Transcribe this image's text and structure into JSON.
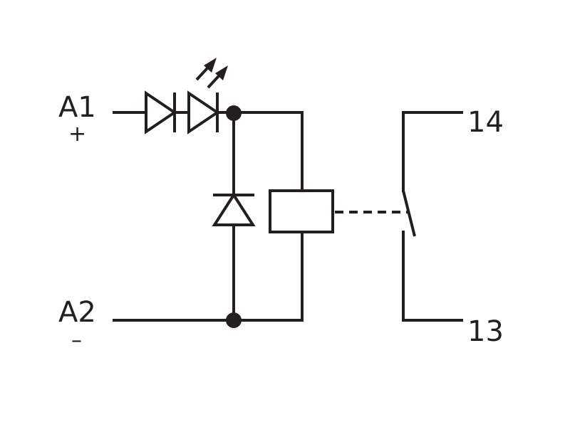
{
  "terminals": {
    "a1": {
      "label": "A1",
      "polarity": "+"
    },
    "a2": {
      "label": "A2",
      "polarity": "–"
    },
    "t14": {
      "label": "14"
    },
    "t13": {
      "label": "13"
    }
  },
  "colors": {
    "line": "#231f20",
    "background": "#ffffff"
  },
  "icons": [
    "led-icon",
    "diode-icon",
    "relay-coil-icon",
    "switch-contact-icon",
    "light-emission-icon"
  ]
}
